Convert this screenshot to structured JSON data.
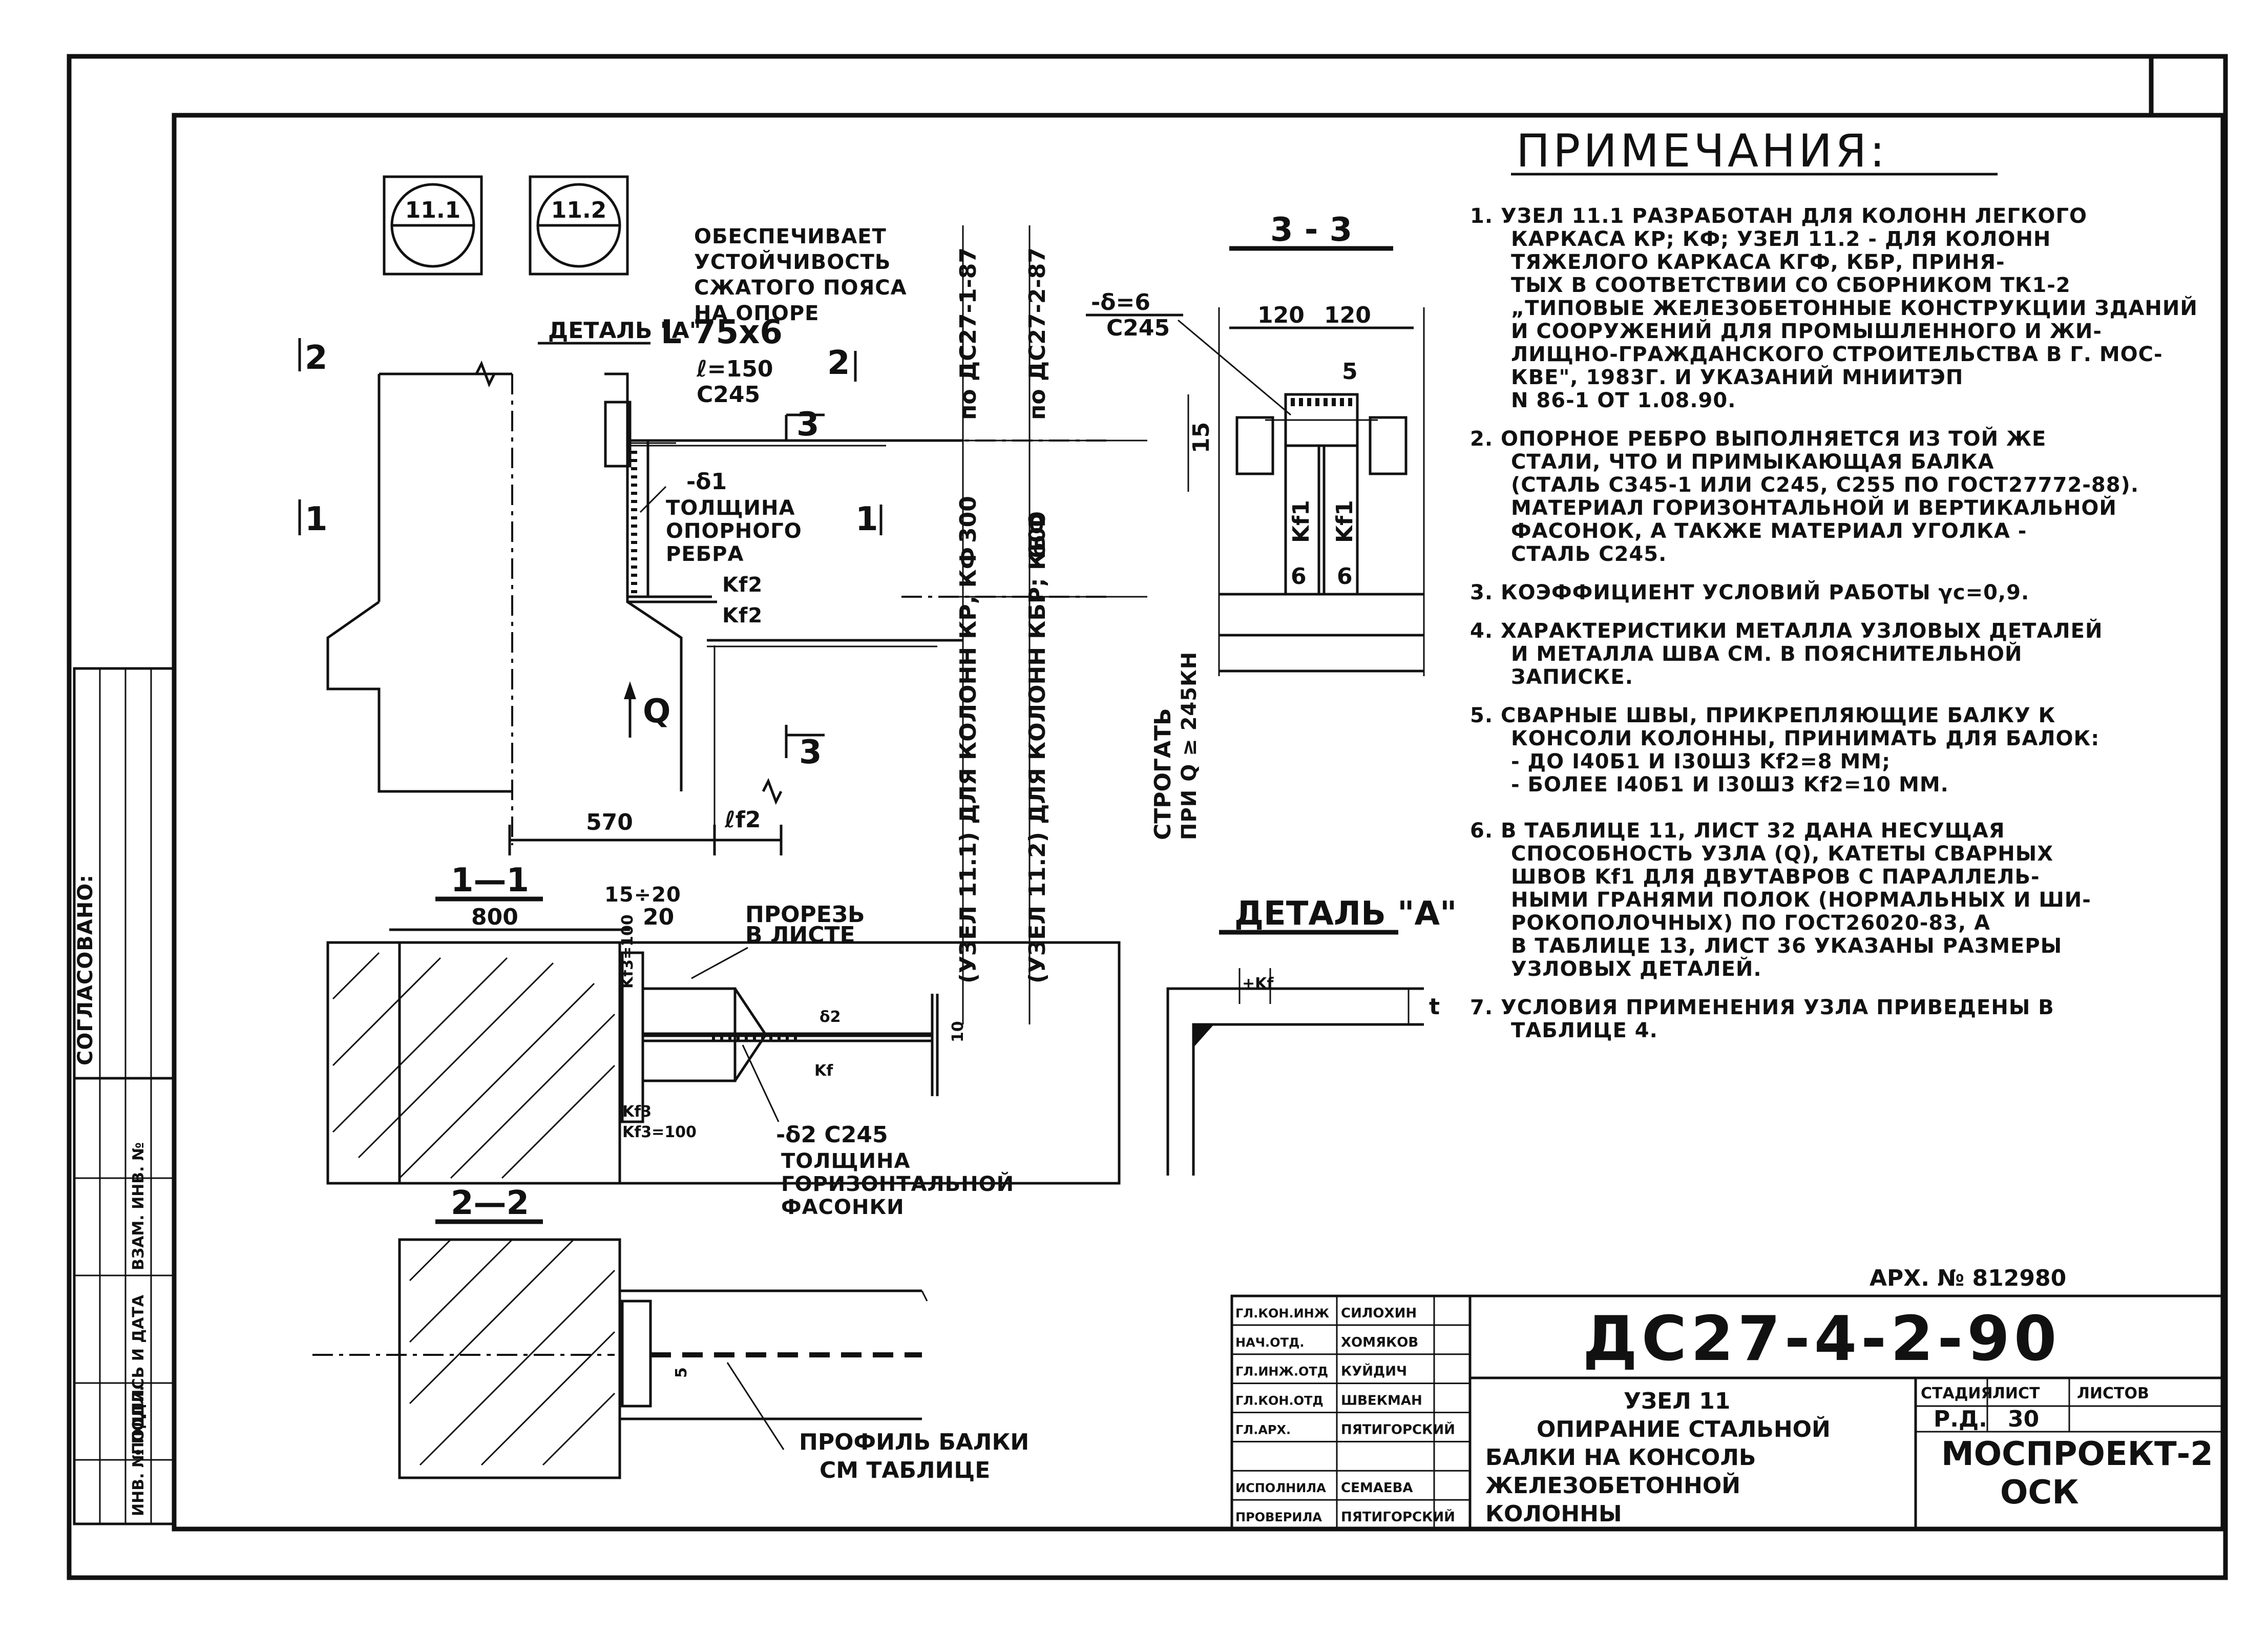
{
  "notes": {
    "heading": "ПРИМЕЧАНИЯ:",
    "lines": [
      "1. УЗЕЛ 11.1 РАЗРАБОТАН ДЛЯ КОЛОНН ЛЕГКОГО",
      "КАРКАСА КР; КФ; УЗЕЛ 11.2 - ДЛЯ КОЛОНН",
      "ТЯЖЕЛОГО КАРКАСА КГФ, КБР,  ПРИНЯ-",
      "ТЫХ В СООТВЕТСТВИИ СО СБОРНИКОМ ТК1-2",
      "„ТИПОВЫЕ ЖЕЛЕЗОБЕТОННЫЕ КОНСТРУКЦИИ ЗДАНИЙ",
      "И СООРУЖЕНИЙ ДЛЯ ПРОМЫШЛЕННОГО И ЖИ-",
      "ЛИЩНО-ГРАЖДАНСКОГО СТРОИТЕЛЬСТВА В Г. МОС-",
      "КВЕ\", 1983Г. И УКАЗАНИЙ МНИИТЭП",
      "N 86-1 ОТ 1.08.90.",
      "2. ОПОРНОЕ РЕБРО ВЫПОЛНЯЕТСЯ ИЗ ТОЙ ЖЕ",
      "СТАЛИ, ЧТО И ПРИМЫКАЮЩАЯ БАЛКА",
      "(СТАЛЬ С345-1 ИЛИ С245, С255 ПО ГОСТ27772-88).",
      "МАТЕРИАЛ ГОРИЗОНТАЛЬНОЙ И ВЕРТИКАЛЬНОЙ",
      "ФАСОНОК, А ТАКЖЕ МАТЕРИАЛ УГОЛКА -",
      "СТАЛЬ С245.",
      "3. КОЭФФИЦИЕНТ УСЛОВИЙ РАБОТЫ γc=0,9.",
      "4. ХАРАКТЕРИСТИКИ МЕТАЛЛА УЗЛОВЫХ ДЕТАЛЕЙ",
      "И МЕТАЛЛА ШВА СМ. В ПОЯСНИТЕЛЬНОЙ",
      "ЗАПИСКЕ.",
      "5. СВАРНЫЕ ШВЫ, ПРИКРЕПЛЯЮЩИЕ БАЛКУ К",
      "КОНСОЛИ КОЛОННЫ, ПРИНИМАТЬ ДЛЯ БАЛОК:",
      "- ДО I40Б1 И I30Ш3      Kf2=8 ММ;",
      "- БОЛЕЕ I40Б1 И I30Ш3      Kf2=10 ММ.",
      "6. В ТАБЛИЦЕ 11, ЛИСТ 32 ДАНА НЕСУЩАЯ",
      "СПОСОБНОСТЬ УЗЛА (Q), КАТЕТЫ СВАРНЫХ",
      "ШВОВ Kf1 ДЛЯ ДВУТАВРОВ С ПАРАЛЛЕЛЬ-",
      "НЫМИ ГРАНЯМИ ПОЛОК (НОРМАЛЬНЫХ И ШИ-",
      "РОКОПОЛОЧНЫХ) ПО ГОСТ26020-83, А",
      "В ТАБЛИЦЕ 13, ЛИСТ 36 УКАЗАНЫ РАЗМЕРЫ",
      "УЗЛОВЫХ ДЕТАЛЕЙ.",
      "7. УСЛОВИЯ ПРИМЕНЕНИЯ УЗЛА ПРИВЕДЕНЫ В",
      "ТАБЛИЦЕ 4."
    ]
  },
  "node_badges": [
    "11.1",
    "11.2"
  ],
  "main_view": {
    "stability_note": [
      "ОБЕСПЕЧИВАЕТ",
      "УСТОЙЧИВОСТЬ",
      "СЖАТОГО ПОЯСА",
      "НА ОПОРЕ"
    ],
    "detail_ref": "ДЕТАЛЬ \"А\"",
    "angle": "L 75x6",
    "angle_len": "ℓ=150",
    "angle_steel": "С245",
    "rib_thick": "-δ1",
    "rib_note": [
      "ТОЛЩИНА",
      "ОПОРНОГО",
      "РЕБРА"
    ],
    "kf2a": "Kf2",
    "kf2b": "Kf2",
    "load": "Q",
    "dim_570": "570",
    "dim_lf2": "ℓf2",
    "dim_300": "300",
    "dim_600": "600",
    "cut_2a": "2",
    "cut_2b": "2",
    "cut_1a": "1",
    "cut_1b": "1",
    "cut_3a": "3",
    "cut_3b": "3",
    "col_refs": [
      "по ДС27-1-87",
      "по ДС27-2-87"
    ],
    "col_purpose": [
      "(УЗЕЛ 11.1) ДЛЯ КОЛОНН КР, КФ",
      "(УЗЕЛ 11.2) ДЛЯ КОЛОНН КБР; КБФ"
    ],
    "plane_note": [
      "СТРОГАТЬ",
      "ПРИ Q ≥ 245КН"
    ]
  },
  "section_1_1": {
    "title": "1—1",
    "dim_800": "800",
    "dim_15_20a": "15÷20",
    "dim_20": "20",
    "slot_note": [
      "ПРОРЕЗЬ",
      "В ЛИСТЕ"
    ],
    "kf_top": "Kf3=100",
    "kf_bot": "Kf3=100",
    "kf_side": "Kf3",
    "plate2": "-δ2 С245",
    "plate2_note": [
      "ТОЛЩИНА",
      "ГОРИЗОНТАЛЬНОЙ",
      "ФАСОНКИ"
    ],
    "dim_b2": "δ2",
    "dim_kf": "Kf",
    "dim_10": "10"
  },
  "section_2_2": {
    "title": "2—2",
    "profile_note": [
      "ПРОФИЛЬ БАЛКИ",
      "СМ ТАБЛИЦЕ"
    ],
    "dim_5": "5"
  },
  "section_3_3": {
    "title": "3 - 3",
    "plate": "-δ=6",
    "steel": "С245",
    "dims": [
      "120",
      "120"
    ],
    "dim_5": "5",
    "dim_15": "15",
    "kf_a": "Kf1",
    "kf_b": "Kf1",
    "dim_6a": "6",
    "dim_6b": "6"
  },
  "detail_a": {
    "title": "ДЕТАЛЬ \"А\"",
    "kf": "+Kf",
    "t": "t"
  },
  "side_stamp": {
    "agreed": "СОГЛАСОВАНО:",
    "cols": [
      "ИНВ. № ПОДЛ.",
      "ПОДПИСЬ И ДАТА",
      "ВЗАМ. ИНВ. №"
    ]
  },
  "title_block": {
    "archive": "АРХ. № 812980",
    "code": "ДС27-4-2-90",
    "people": [
      [
        "ГЛ.КОН.ИНЖ",
        "СИЛОХИН"
      ],
      [
        "НАЧ.ОТД.",
        "ХОМЯКОВ"
      ],
      [
        "ГЛ.ИНЖ.ОТД",
        "КУЙДИЧ"
      ],
      [
        "ГЛ.КОН.ОТД",
        "ШВЕКМАН"
      ],
      [
        "ГЛ.АРХ.",
        "ПЯТИГОРСКИЙ"
      ],
      [
        "",
        ""
      ],
      [
        "ИСПОЛНИЛА",
        "СЕМАЕВА"
      ],
      [
        "ПРОВЕРИЛА",
        "ПЯТИГОРСКИЙ"
      ]
    ],
    "node": "УЗЕЛ 11",
    "description": [
      "ОПИРАНИЕ СТАЛЬНОЙ",
      "БАЛКИ НА КОНСОЛЬ",
      "ЖЕЛЕЗОБЕТОННОЙ",
      "КОЛОННЫ"
    ],
    "stage_label": "СТАДИЯ",
    "sheet_label": "ЛИСТ",
    "sheets_label": "ЛИСТОВ",
    "stage": "Р.Д.",
    "sheet": "30",
    "org": [
      "МОСПРОЕКТ-2",
      "ОСК"
    ]
  }
}
